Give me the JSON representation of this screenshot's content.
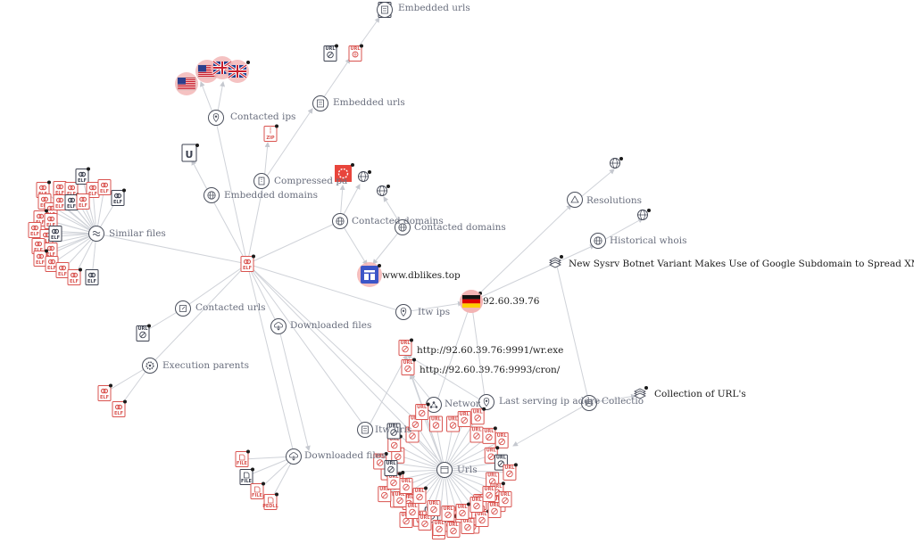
{
  "colors": {
    "edge": "#cfd2d8",
    "label": "#6a6f7e",
    "label_dark": "#1c1c1c",
    "file_red": "#d9534f",
    "file_dark": "#3c4150",
    "domain_blue": "#3c55c7",
    "halo": "#f3b3b3"
  },
  "relationships": [
    {
      "id": "embedded-urls-top",
      "label": "Embedded urls",
      "icon": "url-list-icon"
    },
    {
      "id": "embedded-urls-2",
      "label": "Embedded urls",
      "icon": "url-list-icon"
    },
    {
      "id": "contacted-ips",
      "label": "Contacted ips",
      "icon": "location-pin-icon"
    },
    {
      "id": "compressed-parents",
      "label": "Compressed pa",
      "icon": "archive-icon"
    },
    {
      "id": "embedded-domains",
      "label": "Embedded domains",
      "icon": "globe-icon"
    },
    {
      "id": "similar-files",
      "label": "Similar files",
      "icon": "similar-icon"
    },
    {
      "id": "contacted-domains-1",
      "label": "Contacted domains",
      "icon": "globe-icon"
    },
    {
      "id": "contacted-domains-2",
      "label": "Contacted domains",
      "icon": "globe-icon"
    },
    {
      "id": "contacted-urls",
      "label": "Contacted urls",
      "icon": "link-icon"
    },
    {
      "id": "downloaded-files-1",
      "label": "Downloaded files",
      "icon": "cloud-download-icon"
    },
    {
      "id": "execution-parents",
      "label": "Execution parents",
      "icon": "gear-icon"
    },
    {
      "id": "itw-ips",
      "label": "Itw ips",
      "icon": "location-pin-icon"
    },
    {
      "id": "resolutions",
      "label": "Resolutions",
      "icon": "resolution-icon"
    },
    {
      "id": "historical-whois",
      "label": "Historical whois",
      "icon": "globe-icon"
    },
    {
      "id": "network-location",
      "label": "Networ",
      "icon": "network-icon"
    },
    {
      "id": "last-serving-ip",
      "label": "Last serving ip addre",
      "icon": "location-pin-icon"
    },
    {
      "id": "collections",
      "label": "Collectio",
      "icon": "stack-icon"
    },
    {
      "id": "itw-urls",
      "label": "Itw urls",
      "icon": "url-list-icon"
    },
    {
      "id": "downloaded-files-2",
      "label": "Downloaded files",
      "icon": "cloud-download-icon"
    },
    {
      "id": "urls",
      "label": "Urls",
      "icon": "browser-icon"
    }
  ],
  "entities": {
    "domain": "www.dblikes.top",
    "ip": "92.60.39.76",
    "url_1": "http://92.60.39.76:9991/wr.exe",
    "url_2": "http://92.60.39.76:9993/cron/",
    "report": "New Sysrv Botnet Variant Makes Use of Google Subdomain to Spread XMRig Miner",
    "collection": "Collection of URL's"
  },
  "file_tags": {
    "elf": "ELF",
    "zip": "ZIP",
    "file": "FILE",
    "pedll": "PEDLL",
    "url": "URL"
  },
  "flags": [
    "us-flag-icon",
    "gb-flag-icon",
    "de-flag-icon"
  ]
}
